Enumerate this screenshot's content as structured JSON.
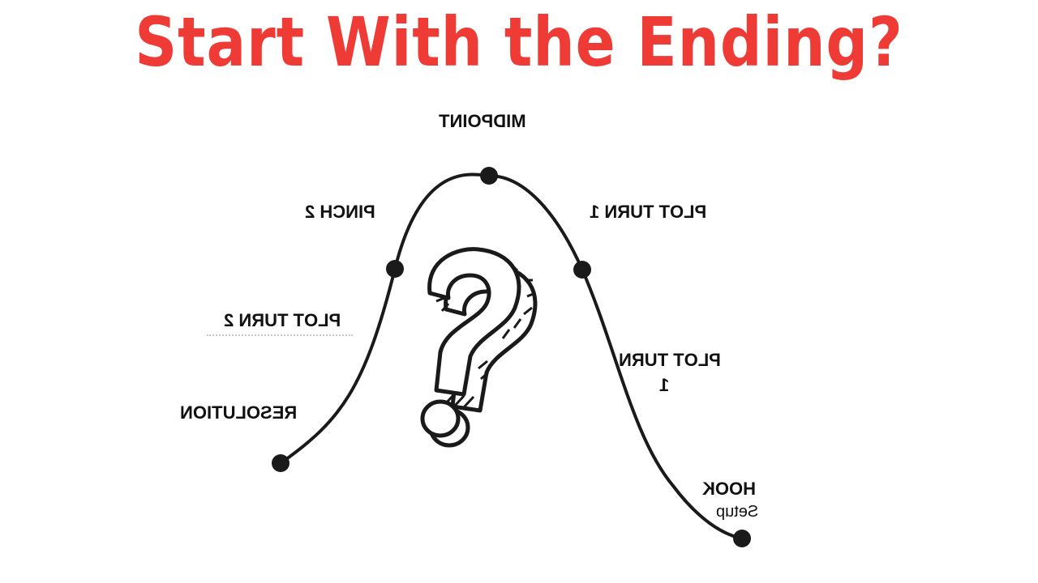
{
  "title": "Start With the Ending?",
  "labels": {
    "midpoint": "MIDPOINT",
    "pinch2": "PINCH 2",
    "plot_turn_1_top": "PLOT TURN 1",
    "plot_turn_2": "PLOT TURN 2",
    "plot_turn_1_line1": "PLOT TURN",
    "plot_turn_1_line2": "1",
    "resolution": "RESOLUTION",
    "hook": "HOOK",
    "setup": "Setup"
  },
  "colors": {
    "title": "#ef3b36",
    "line": "#1a1a1a"
  },
  "icon": "question-mark-icon"
}
